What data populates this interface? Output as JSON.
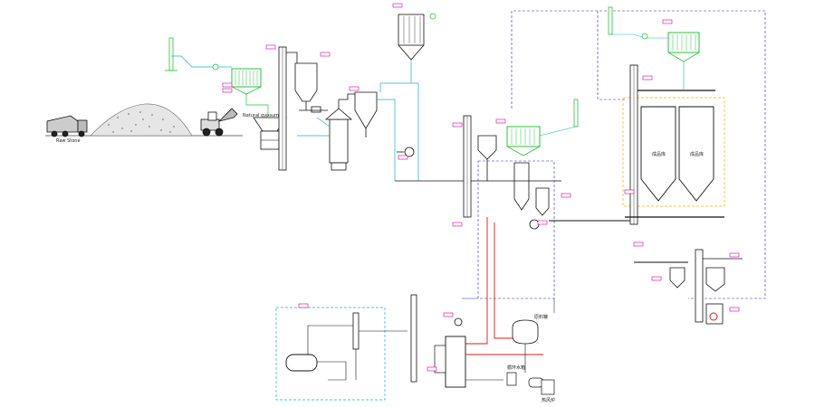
{
  "labels": {
    "raw_stone": "Raw Stone",
    "natural_gypsum": "Natural gypsum",
    "silo_left": "成品库",
    "silo_right": "成品库",
    "tank_a": "原料罐",
    "tank_b": "循环水箱",
    "tank_c": "热风炉"
  },
  "colors": {
    "equipment": "#1a1a1a",
    "duct_cyan": "#12b5c9",
    "duct_green": "#27c23a",
    "hot_red": "#d81b1b",
    "control_blue": "#2a2ab0",
    "tag_magenta": "#d4008f",
    "silo_zone_yellow": "#e0c000"
  },
  "icons": [
    "dump-truck-icon",
    "stockpile-icon",
    "wheel-loader-icon",
    "fan-icon",
    "bag-filter-icon"
  ]
}
